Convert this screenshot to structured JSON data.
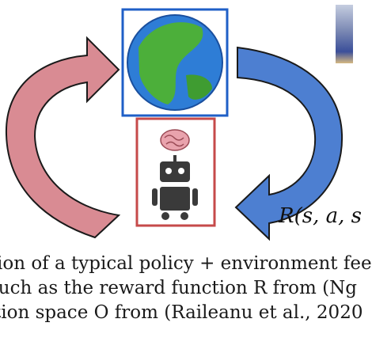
{
  "figure": {
    "reward_label": "R(s, a, s",
    "icons": [
      "globe-icon",
      "brain-icon",
      "robot-icon"
    ],
    "colors": {
      "pink_arrow": "#d98b93",
      "blue_arrow": "#4d7fd1",
      "env_border": "#1f5fc7",
      "agent_border": "#c64a4a"
    }
  },
  "caption": {
    "line1": "ion of a typical policy + environment fee",
    "line2": "such as the reward function R from (Ng",
    "line3": "tion space O from (Raileanu et al., 2020"
  }
}
